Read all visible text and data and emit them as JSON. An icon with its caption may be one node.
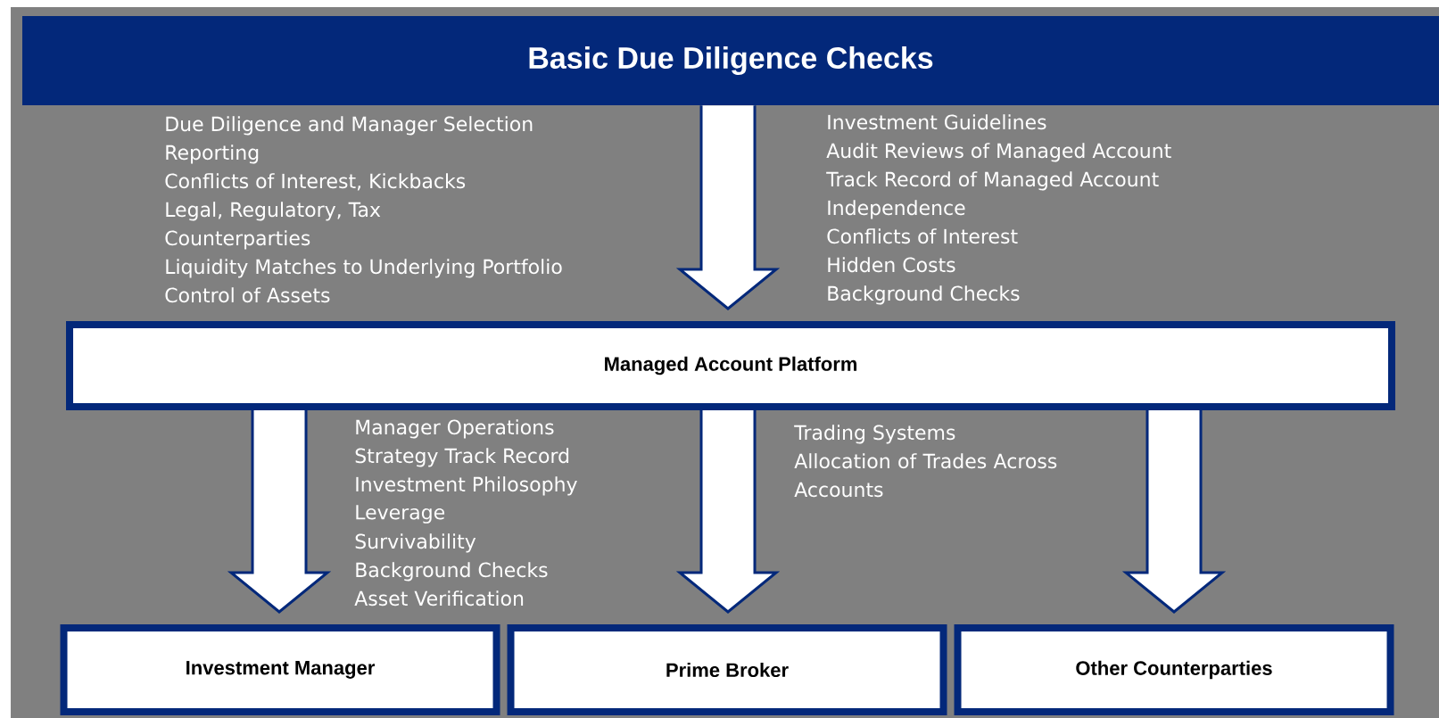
{
  "diagram": {
    "nodes": [
      {
        "text": [
          "Basic Due Diligence Checks"
        ]
      },
      {
        "text": [
          "Managed Account Platform"
        ]
      },
      {
        "text": [
          "Investment Manager"
        ]
      },
      {
        "text": [
          "Prime Broker"
        ]
      },
      {
        "text": [
          "Other Counterparties"
        ]
      }
    ],
    "edges": [
      {
        "from": 0,
        "to": 1,
        "arrow": "to"
      },
      {
        "from": 1,
        "to": 2,
        "arrow": "to"
      },
      {
        "from": 1,
        "to": 3,
        "arrow": "to"
      },
      {
        "from": 1,
        "to": 4,
        "arrow": "to"
      }
    ],
    "labels": [
      "Due Diligence and Manager Selection",
      "Reporting",
      "Conflicts of Interest, Kickbacks",
      "Legal, Regulatory, Tax",
      "Counterparties",
      "Liquidity Matches to Underlying Portfolio",
      "Control of Assets",
      "Investment Guidelines",
      "Audit Reviews of Managed Account",
      "Track Record of Managed Account",
      "Independence",
      "Conflicts of Interest",
      "Hidden Costs",
      "Background Checks",
      "Manager Operations",
      "Strategy Track Record",
      "Investment Philosophy",
      "Leverage",
      "Survivability",
      "Background Checks",
      "Asset Verification",
      "Trading Systems",
      "Allocation of Trades Across Accounts"
    ]
  }
}
